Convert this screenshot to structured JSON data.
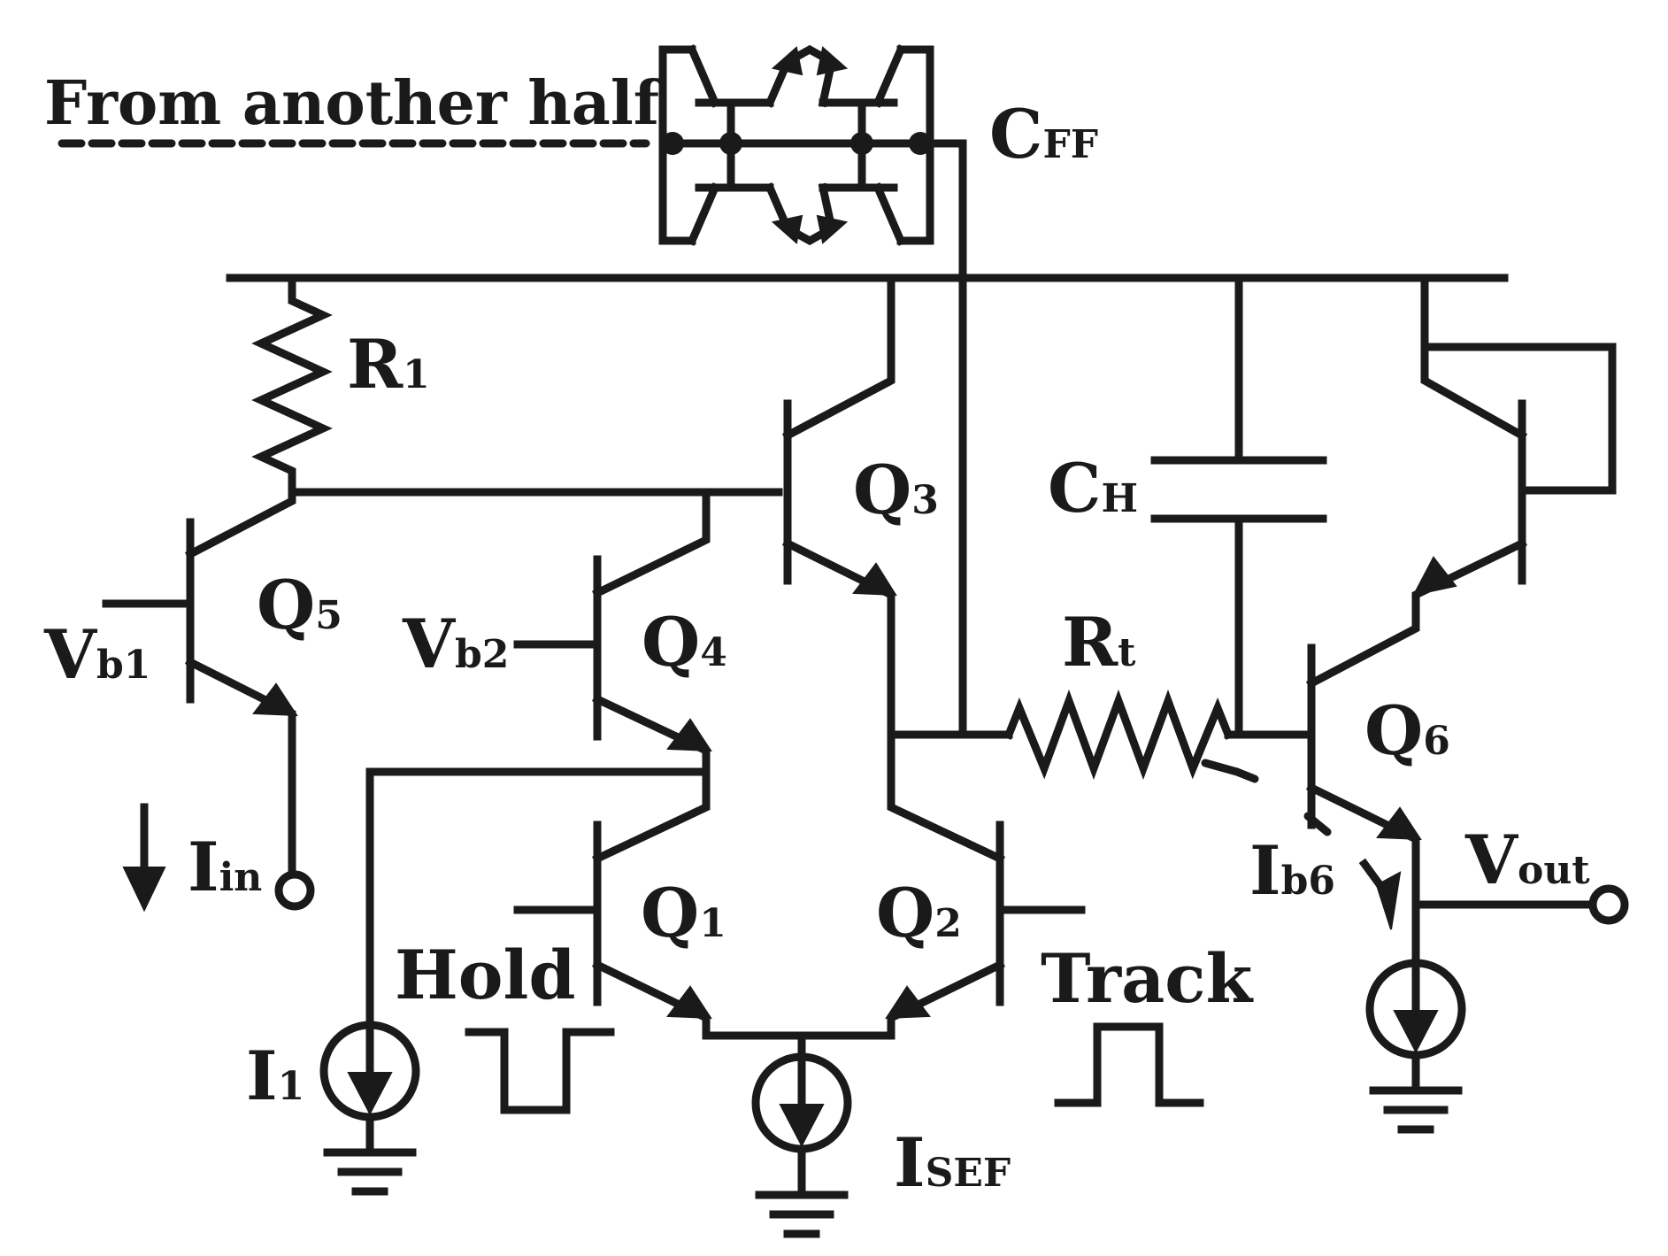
{
  "labels": {
    "from_another_half": "From another half",
    "cff_main": "C",
    "cff_sub": "FF",
    "r1_main": "R",
    "r1_sub": "1",
    "q3_main": "Q",
    "q3_sub": "3",
    "ch_main": "C",
    "ch_sub": "H",
    "q5_main": "Q",
    "q5_sub": "5",
    "vb1_main": "V",
    "vb1_sub": "b1",
    "vb2_main": "V",
    "vb2_sub": "b2",
    "q4_main": "Q",
    "q4_sub": "4",
    "rt_main": "R",
    "rt_sub": "t",
    "q6_main": "Q",
    "q6_sub": "6",
    "iin_main": "I",
    "iin_sub": "in",
    "q1_main": "Q",
    "q1_sub": "1",
    "q2_main": "Q",
    "q2_sub": "2",
    "ib6_main": "I",
    "ib6_sub": "b6",
    "vout_main": "V",
    "vout_sub": "out",
    "hold": "Hold",
    "track": "Track",
    "i1_main": "I",
    "i1_sub": "1",
    "isef_main": "I",
    "isef_sub": "SEF"
  },
  "colors": {
    "ink": "#1a1a1a",
    "background": "#ffffff"
  }
}
